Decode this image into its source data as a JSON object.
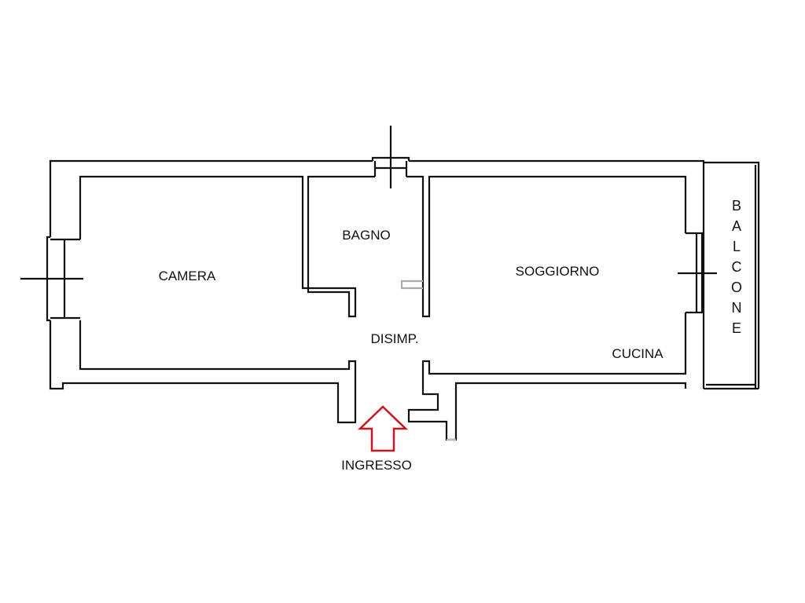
{
  "rooms": {
    "camera": "CAMERA",
    "bagno": "BAGNO",
    "soggiorno": "SOGGIORNO",
    "cucina": "CUCINA",
    "disimpegno": "DISIMP.",
    "balcone": [
      "B",
      "A",
      "L",
      "C",
      "O",
      "N",
      "E"
    ],
    "ingresso": "INGRESSO"
  },
  "colors": {
    "walls": "#111111",
    "entrance_arrow": "#d0141e"
  }
}
